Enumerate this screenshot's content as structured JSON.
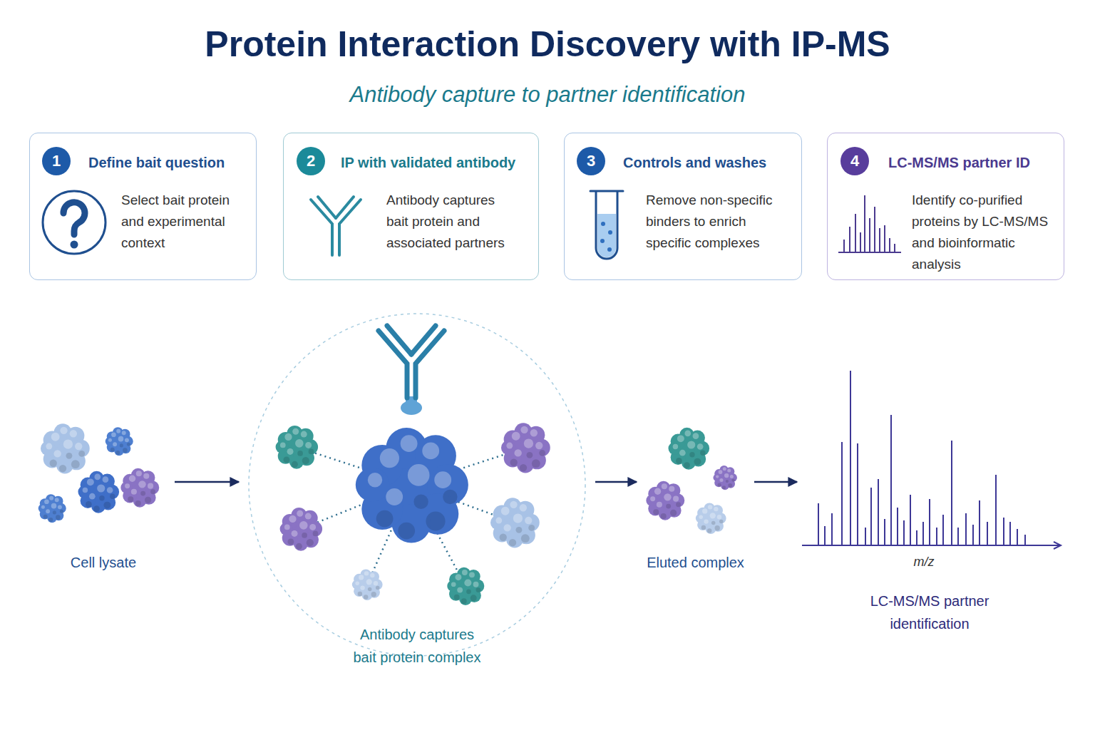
{
  "diagram": {
    "title": "Protein Interaction Discovery with IP-MS",
    "caption": "Antibody capture to partner identification",
    "nodes": [
      {
        "text": [
          "Define bait question",
          "Select bait protein and experimental context"
        ]
      },
      {
        "text": [
          "1"
        ],
        "in": 0
      },
      {
        "text": [
          "IP with validated antibody",
          "Antibody captures bait protein and associated partners"
        ]
      },
      {
        "text": [
          "2"
        ],
        "in": 2
      },
      {
        "text": [
          "Controls and washes",
          "Remove non-specific binders to enrich specific complexes"
        ]
      },
      {
        "text": [
          "3"
        ],
        "in": 4
      },
      {
        "text": [
          "LC-MS/MS partner ID",
          "Identify co-purified proteins by LC-MS/MS and bioinformatic analysis"
        ]
      },
      {
        "text": [
          "4"
        ],
        "in": 6
      },
      {
        "text": [
          "Cell lysate"
        ]
      },
      {
        "text": [
          "Antibody captures bait protein complex"
        ]
      },
      {
        "text": [
          "Eluted complex"
        ]
      },
      {
        "text": [
          "LC-MS/MS partner identification"
        ]
      }
    ],
    "edges": [
      {
        "from": 8,
        "to": 9,
        "arrow": "to"
      },
      {
        "from": 9,
        "to": 10,
        "arrow": "to"
      },
      {
        "from": 10,
        "to": 11,
        "arrow": "to"
      }
    ],
    "labels": [
      "m/z"
    ]
  }
}
